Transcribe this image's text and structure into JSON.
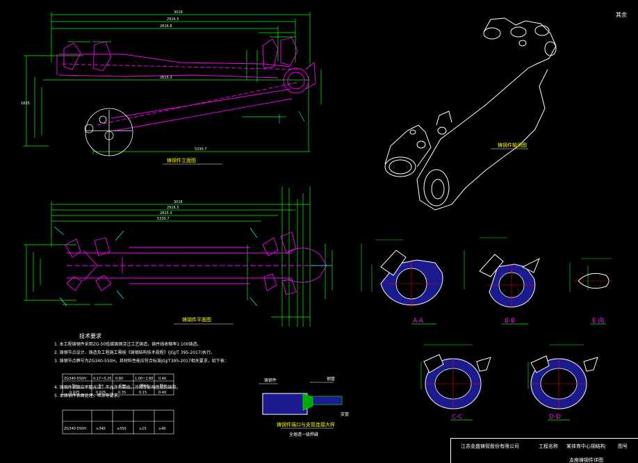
{
  "corner_label": "其余",
  "views": {
    "front_caption": "铸钢件立面图",
    "plan_caption": "铸钢件平面图",
    "iso_caption": "铸钢件轴测图",
    "joint_title": "铸钢件端口与支管连接大样",
    "joint_subtitle": "全熔透一级焊缝",
    "joint_labels": [
      "铸钢件",
      "钢管",
      "支管"
    ]
  },
  "front_dims": [
    "3016",
    "2916.5",
    "2816.8",
    "2615.3",
    "1825",
    "5330.7"
  ],
  "plan_dims": [
    "3016",
    "2916.5",
    "2815.3",
    "5330.7"
  ],
  "section_labels": [
    "A-A",
    "B-B",
    "C-C",
    "D-D",
    "E 向"
  ],
  "notes": {
    "title": "技术要求",
    "lines": [
      "1. 本工程铸钢件采用ZG-50低碳铸钢浇注工艺铸造，铸件线收缩率1:100铸造。",
      "2. 铸钢节点设计、铸造及工程施工需按《铸钢结构技术规程》(JGJ/T 395-2017)执行。",
      "3. 铸钢节点牌号为ZG340-550H，其材料性能应符合标准JGJ/T395-2017相关要求，如下表：",
      "4. 铸钢件表面应平整光洁，不允许有裂纹，冷隔等影响性能的缺陷。",
      "5. 本铸钢件表面处理，喷涂等要求。"
    ],
    "table1": [
      [
        "ZG340-550H",
        "0.17~0.25",
        "0.80",
        "1.00~1.60",
        "0.40"
      ],
      [
        "P≤",
        "S≤",
        "Cr≤",
        "Mo≤",
        "Ni≤"
      ],
      [
        "0.025",
        "0.025",
        "0.35",
        "0.15",
        "0.40"
      ]
    ],
    "table2": [
      [
        "ZG340-550H",
        "≥340",
        "≥550",
        "≥15",
        "≥40"
      ]
    ]
  },
  "title_block": {
    "company": "江苏金盛铸管股份有限公司",
    "project_label": "工程名称",
    "project": "某体育中心钢结构",
    "drawing_label": "图号",
    "drawing": "支座铸钢件详图"
  },
  "colors": {
    "magenta": "#ff00ff",
    "green": "#00ff00",
    "cyan": "#00ffff",
    "white": "#ffffff",
    "red": "#ff0000",
    "blue": "#3b3bff",
    "yellow": "#ffff00"
  }
}
